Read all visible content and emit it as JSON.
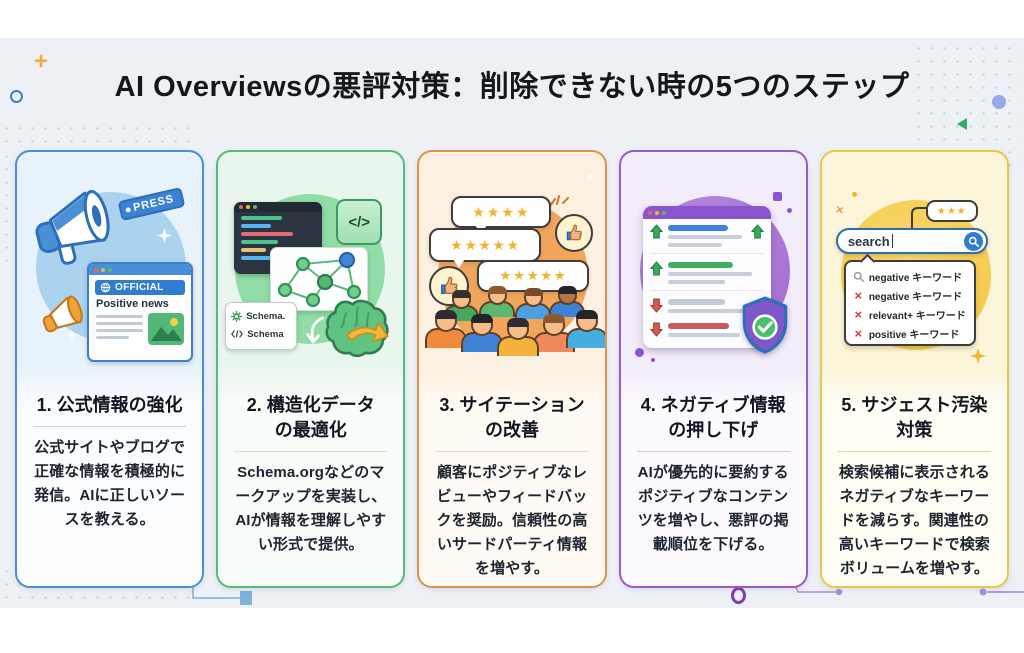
{
  "infographic": {
    "title": "AI Overviewsの悪評対策：削除できない時の5つのステップ",
    "background_color": "#edf1f6"
  },
  "cards": [
    {
      "step": 1,
      "title": "1. 公式情報の強化",
      "title_line1": "1. 公式情報の強化",
      "title_line2": "",
      "body": "公式サイトやブログで正確な情報を積極的に発信。AIに正しいソースを教える。",
      "accent_color": "#4a8fd6",
      "illustration": {
        "press_tag": "PRESS",
        "official_label": "OFFICIAL",
        "headline": "Positive news"
      }
    },
    {
      "step": 2,
      "title": "2. 構造化データの最適化",
      "title_line1": "2. 構造化データ",
      "title_line2": "の最適化",
      "body": "Schema.orgなどのマークアップを実装し、AIが情報を理解しやすい形式で提供。",
      "accent_color": "#55ba7d",
      "illustration": {
        "code_badge": "</>",
        "schema_label_1": "Schema.",
        "schema_label_2": "Schema"
      }
    },
    {
      "step": 3,
      "title": "3. サイテーションの改善",
      "title_line1": "3. サイテーション",
      "title_line2": "の改善",
      "body": "顧客にポジティブなレビューやフィードバックを奨励。信頼性の高いサードパーティ情報を増やす。",
      "accent_color": "#e0914a",
      "illustration": {
        "bubble1_stars": "★★★★",
        "bubble2_stars": "★★★★★",
        "bubble3_stars": "★★★★★"
      }
    },
    {
      "step": 4,
      "title": "4. ネガティブ情報の押し下げ",
      "title_line1": "4. ネガティブ情報",
      "title_line2": "の押し下げ",
      "body": "AIが優先的に要約するポジティブなコンテンツを増やし、悪評の掲載順位を下げる。",
      "accent_color": "#9c59c9",
      "illustration": {}
    },
    {
      "step": 5,
      "title": "5. サジェスト汚染対策",
      "title_line1": "5. サジェスト汚染",
      "title_line2": "対策",
      "body": "検索候補に表示されるネガティブなキーワードを減らす。関連性の高いキーワードで検索ボリュームを増やす。",
      "accent_color": "#e4c84b",
      "illustration": {
        "stars": "★★★",
        "search_value": "search",
        "suggestions": [
          "negative キーワード",
          "negative キーワード",
          "relevant+ キーワード",
          "positive キーワード"
        ]
      }
    }
  ]
}
